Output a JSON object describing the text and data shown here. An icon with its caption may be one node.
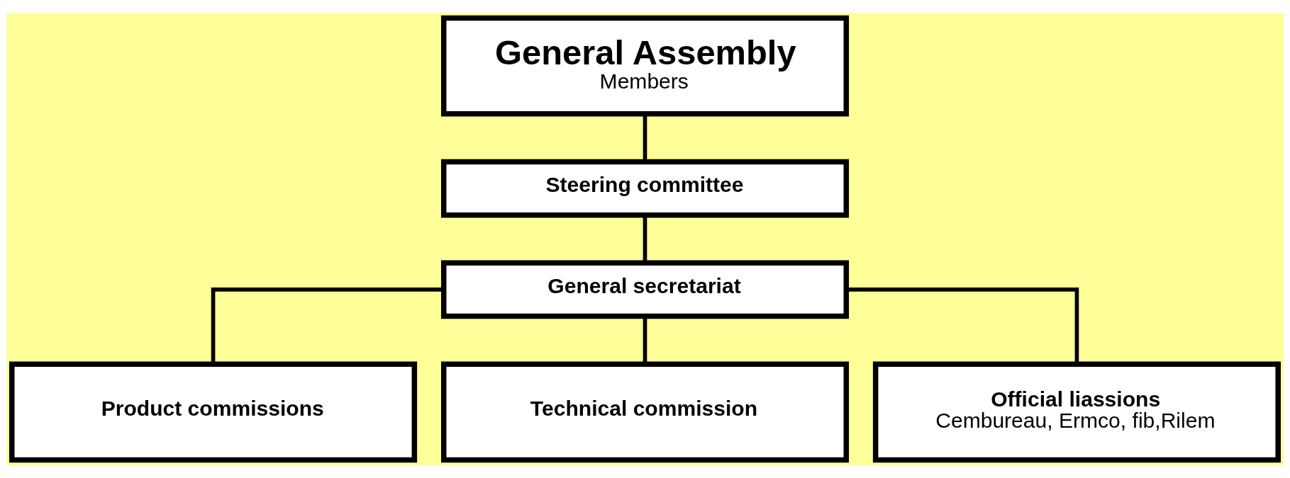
{
  "diagram": {
    "nodes": [
      {
        "text": [
          "General Assembly",
          "Members"
        ]
      },
      {
        "text": [
          "Steering committee"
        ]
      },
      {
        "text": [
          "General secretariat"
        ]
      },
      {
        "text": [
          "Product commissions"
        ]
      },
      {
        "text": [
          "Technical commission"
        ]
      },
      {
        "text": [
          "Official liassions",
          "Cembureau, Ermco, fib,Rilem"
        ]
      }
    ],
    "edges": [
      {
        "from": 0,
        "to": 1,
        "arrow": "none"
      },
      {
        "from": 1,
        "to": 2,
        "arrow": "none"
      },
      {
        "from": 2,
        "to": 3,
        "arrow": "none"
      },
      {
        "from": 2,
        "to": 4,
        "arrow": "none"
      },
      {
        "from": 2,
        "to": 5,
        "arrow": "none"
      }
    ]
  }
}
